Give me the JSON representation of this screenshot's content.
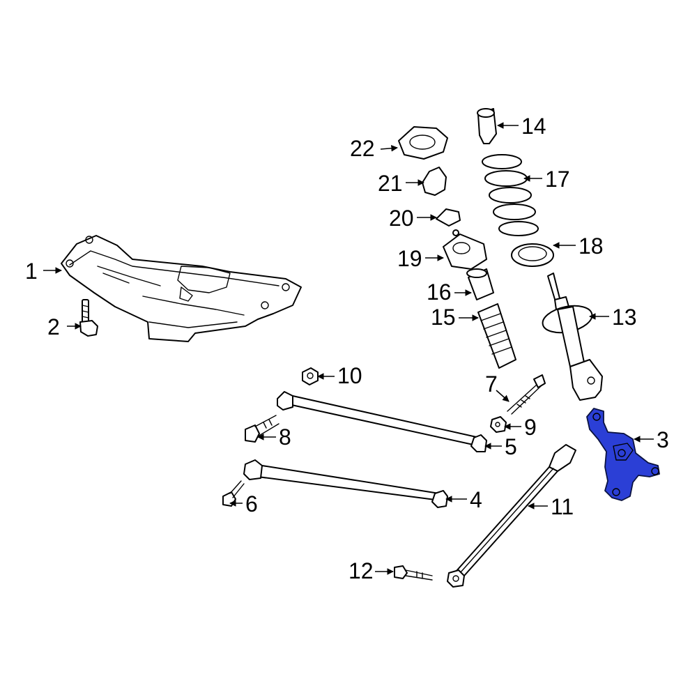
{
  "colors": {
    "line": "#000000",
    "highlight": "#2b3fd6",
    "background": "#ffffff"
  },
  "callouts": [
    {
      "id": "1",
      "label": "1"
    },
    {
      "id": "2",
      "label": "2"
    },
    {
      "id": "3",
      "label": "3",
      "highlighted": true
    },
    {
      "id": "4",
      "label": "4"
    },
    {
      "id": "5",
      "label": "5"
    },
    {
      "id": "6",
      "label": "6"
    },
    {
      "id": "7",
      "label": "7"
    },
    {
      "id": "8",
      "label": "8"
    },
    {
      "id": "9",
      "label": "9"
    },
    {
      "id": "10",
      "label": "10"
    },
    {
      "id": "11",
      "label": "11"
    },
    {
      "id": "12",
      "label": "12"
    },
    {
      "id": "13",
      "label": "13"
    },
    {
      "id": "14",
      "label": "14"
    },
    {
      "id": "15",
      "label": "15"
    },
    {
      "id": "16",
      "label": "16"
    },
    {
      "id": "17",
      "label": "17"
    },
    {
      "id": "18",
      "label": "18"
    },
    {
      "id": "19",
      "label": "19"
    },
    {
      "id": "20",
      "label": "20"
    },
    {
      "id": "21",
      "label": "21"
    },
    {
      "id": "22",
      "label": "22"
    }
  ]
}
